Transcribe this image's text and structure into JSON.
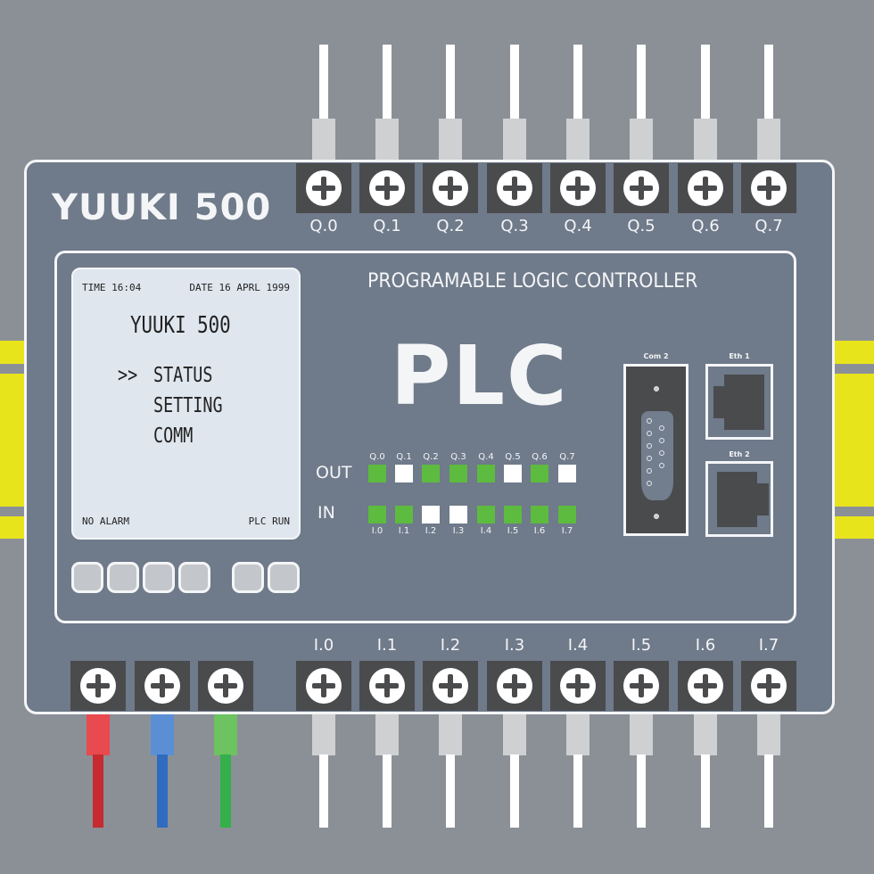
{
  "device": {
    "brand": "YUUKI 500",
    "subtitle": "PROGRAMABLE LOGIC CONTROLLER",
    "title": "PLC"
  },
  "lcd": {
    "time": "TIME 16:04",
    "date": "DATE 16 APRL 1999",
    "model": "YUUKI 500",
    "cursor": ">>",
    "menu": [
      "STATUS",
      "SETTING",
      "COMM"
    ],
    "alarm": "NO ALARM",
    "run_status": "PLC RUN"
  },
  "indicators": {
    "out_label": "OUT",
    "in_label": "IN",
    "outputs": [
      {
        "label": "Q.0",
        "on": true
      },
      {
        "label": "Q.1",
        "on": false
      },
      {
        "label": "Q.2",
        "on": true
      },
      {
        "label": "Q.3",
        "on": true
      },
      {
        "label": "Q.4",
        "on": true
      },
      {
        "label": "Q.5",
        "on": false
      },
      {
        "label": "Q.6",
        "on": true
      },
      {
        "label": "Q.7",
        "on": false
      }
    ],
    "inputs": [
      {
        "label": "I.0",
        "on": true
      },
      {
        "label": "I.1",
        "on": true
      },
      {
        "label": "I.2",
        "on": false
      },
      {
        "label": "I.3",
        "on": false
      },
      {
        "label": "I.4",
        "on": true
      },
      {
        "label": "I.5",
        "on": true
      },
      {
        "label": "I.6",
        "on": true
      },
      {
        "label": "I.7",
        "on": true
      }
    ]
  },
  "terminals": {
    "top": [
      "Q.0",
      "Q.1",
      "Q.2",
      "Q.3",
      "Q.4",
      "Q.5",
      "Q.6",
      "Q.7"
    ],
    "bottom": [
      "I.0",
      "I.1",
      "I.2",
      "I.3",
      "I.4",
      "I.5",
      "I.6",
      "I.7"
    ],
    "power_wires": [
      {
        "sleeve": "#e84a4f",
        "wire": "#c62b2f"
      },
      {
        "sleeve": "#5a8fd6",
        "wire": "#2f6cc0"
      },
      {
        "sleeve": "#6cc35f",
        "wire": "#33b04a"
      }
    ]
  },
  "ports": {
    "com": "Com 2",
    "eth1": "Eth 1",
    "eth2": "Eth 2"
  },
  "colors": {
    "led_on": "#5dbb3f",
    "led_off": "#ffffff"
  }
}
